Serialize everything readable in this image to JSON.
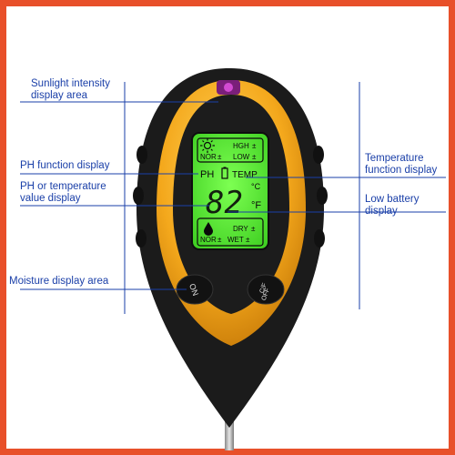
{
  "callouts": {
    "sunlight": {
      "line1": "Sunlight intensity",
      "line2": "display area"
    },
    "ph_function": {
      "line1": "PH function display",
      "line2": ""
    },
    "ph_temp_value": {
      "line1": "PH or temperature",
      "line2": "value display"
    },
    "moisture": {
      "line1": "Moisture display area",
      "line2": ""
    },
    "temperature": {
      "line1": "Temperature",
      "line2": "function display"
    },
    "low_battery": {
      "line1": "Low battery",
      "line2": "display"
    }
  },
  "lcd": {
    "hgh": "HGH",
    "nor_top": "NOR",
    "low": "LOW",
    "ph": "PH",
    "temp": "TEMP",
    "celsius": "°C",
    "digits": "82",
    "fahrenheit": "°F",
    "dry": "DRY",
    "nor_bottom": "NOR",
    "wet": "WET"
  },
  "buttons": {
    "on": "ON",
    "cf_top": "C/F",
    "cf_bottom": "OFF"
  },
  "colors": {
    "frame": "#e8502a",
    "callout_text": "#1a3fa8",
    "body_yellow": "#f4a81c",
    "body_black": "#1b1b1b",
    "lcd_green": "#59e03a"
  }
}
